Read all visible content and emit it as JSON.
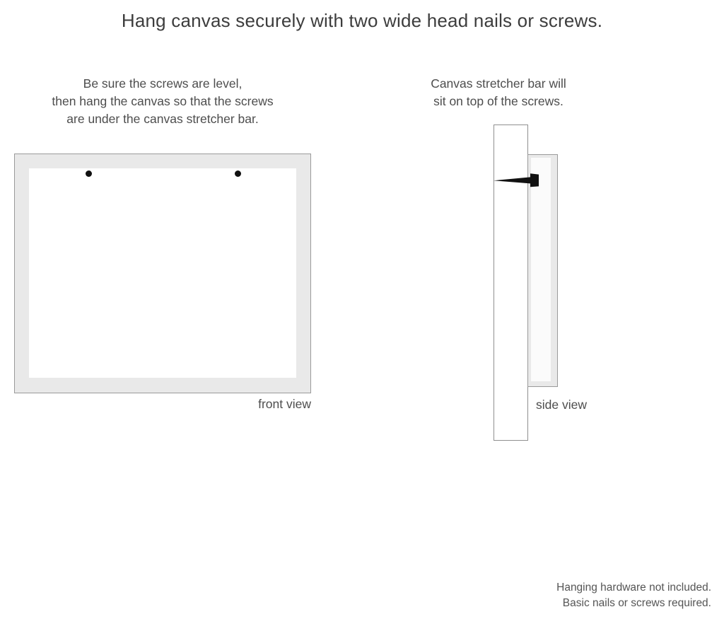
{
  "title": "Hang canvas securely with two wide head nails or screws.",
  "captions": {
    "left": {
      "line1": "Be sure the screws are level,",
      "line2": "then hang the canvas so that the screws",
      "line3": "are under the canvas stretcher bar."
    },
    "right": {
      "line1": "Canvas stretcher bar will",
      "line2": "sit on top of the screws."
    }
  },
  "views": {
    "front": {
      "label": "front view",
      "screw_count": 2
    },
    "side": {
      "label": "side view"
    }
  },
  "footer": {
    "line1": "Hanging hardware not included.",
    "line2": "Basic nails or screws required."
  },
  "colors": {
    "background": "#ffffff",
    "frame_fill": "#e9e9e9",
    "frame_border": "#9a9a9a",
    "canvas_fill": "#ffffff",
    "screw_color": "#111111",
    "text_color": "#4d4d4d"
  }
}
